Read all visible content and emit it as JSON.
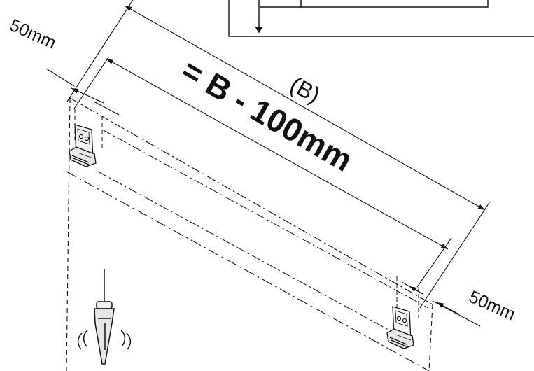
{
  "labels": {
    "margin_left": "50mm",
    "margin_right": "50mm",
    "total_width": "(B)",
    "formula": "= B - 100mm"
  },
  "icons": [
    "plumb-bob-icon",
    "wall-bracket-icon"
  ],
  "colors": {
    "line": "#111111",
    "bracket_fill": "#f4f4f4"
  }
}
